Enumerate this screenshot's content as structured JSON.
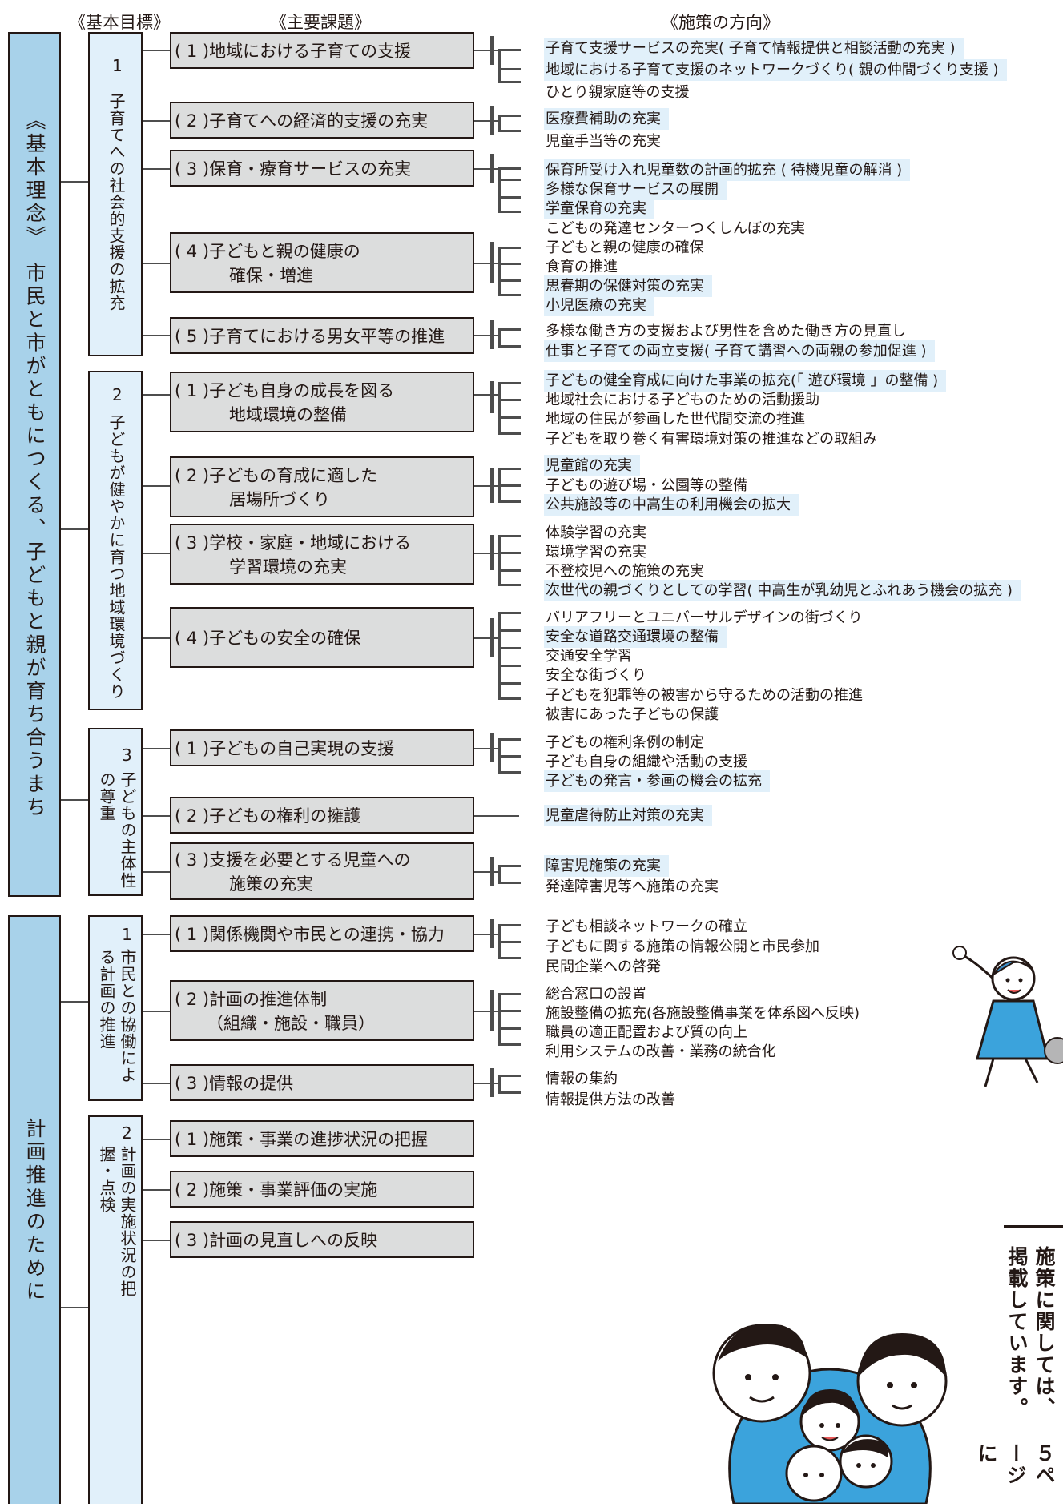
{
  "headers": {
    "goals": "《基本目標》",
    "issues": "《主要課題》",
    "directions": "《施策の方向》"
  },
  "bands": {
    "top": "《基本理念》　市民と市がともにつくる、子どもと親が育ち合うまち",
    "bottom": "計画推進のために"
  },
  "goals": [
    {
      "num": "1",
      "label": "子育てへの社会的支援の拡充"
    },
    {
      "num": "2",
      "label": "子どもが健やかに育つ地域環境づくり"
    },
    {
      "num": "3",
      "label": "子どもの主体性の尊重"
    },
    {
      "num": "1",
      "label": "市民との協働による計画の推進"
    },
    {
      "num": "2",
      "label": "計画の実施状況の把握・点検"
    }
  ],
  "tasks": [
    {
      "num": "( 1 )",
      "l1": "地域における子育ての支援",
      "l2": ""
    },
    {
      "num": "( 2 )",
      "l1": "子育てへの経済的支援の充実",
      "l2": ""
    },
    {
      "num": "( 3 )",
      "l1": "保育・療育サービスの充実",
      "l2": ""
    },
    {
      "num": "( 4 )",
      "l1": "子どもと親の健康の",
      "l2": "確保・増進"
    },
    {
      "num": "( 5 )",
      "l1": "子育てにおける男女平等の推進",
      "l2": ""
    },
    {
      "num": "( 1 )",
      "l1": "子ども自身の成長を図る",
      "l2": "地域環境の整備"
    },
    {
      "num": "( 2 )",
      "l1": "子どもの育成に適した",
      "l2": "居場所づくり"
    },
    {
      "num": "( 3 )",
      "l1": "学校・家庭・地域における",
      "l2": "学習環境の充実"
    },
    {
      "num": "( 4 )",
      "l1": "子どもの安全の確保",
      "l2": ""
    },
    {
      "num": "( 1 )",
      "l1": "子どもの自己実現の支援",
      "l2": ""
    },
    {
      "num": "( 2 )",
      "l1": "子どもの権利の擁護",
      "l2": ""
    },
    {
      "num": "( 3 )",
      "l1": "支援を必要とする児童への",
      "l2": "施策の充実"
    },
    {
      "num": "( 1 )",
      "l1": "関係機関や市民との連携・協力",
      "l2": ""
    },
    {
      "num": "( 2 )",
      "l1": "計画の推進体制",
      "l2": "（組織・施設・職員）"
    },
    {
      "num": "( 3 )",
      "l1": "情報の提供",
      "l2": ""
    },
    {
      "num": "( 1 )",
      "l1": "施策・事業の進捗状況の把握",
      "l2": ""
    },
    {
      "num": "( 2 )",
      "l1": "施策・事業評価の実施",
      "l2": ""
    },
    {
      "num": "( 3 )",
      "l1": "計画の見直しへの反映",
      "l2": ""
    }
  ],
  "policies": [
    [
      {
        "t": "子育て支援サービスの充実( 子育て情報提供と相談活動の充実 )",
        "hi": true
      },
      {
        "t": "地域における子育て支援のネットワークづくり( 親の仲間づくり支援 )",
        "hi": true
      },
      {
        "t": "ひとり親家庭等の支援",
        "hi": false
      }
    ],
    [
      {
        "t": "医療費補助の充実",
        "hi": true
      },
      {
        "t": "児童手当等の充実",
        "hi": false
      }
    ],
    [
      {
        "t": "保育所受け入れ児童数の計画的拡充 ( 待機児童の解消 )",
        "hi": true
      },
      {
        "t": "多様な保育サービスの展開",
        "hi": true
      },
      {
        "t": "学童保育の充実",
        "hi": true
      },
      {
        "t": "こどもの発達センターつくしんぼの充実",
        "hi": false
      }
    ],
    [
      {
        "t": "子どもと親の健康の確保",
        "hi": false
      },
      {
        "t": "食育の推進",
        "hi": false
      },
      {
        "t": "思春期の保健対策の充実",
        "hi": true
      },
      {
        "t": "小児医療の充実",
        "hi": true
      }
    ],
    [
      {
        "t": "多様な働き方の支援および男性を含めた働き方の見直し",
        "hi": false
      },
      {
        "t": "仕事と子育ての両立支援( 子育て講習への両親の参加促進 )",
        "hi": true
      }
    ],
    [
      {
        "t": "子どもの健全育成に向けた事業の拡充(「 遊び環境 」の整備 )",
        "hi": true
      },
      {
        "t": "地域社会における子どものための活動援助",
        "hi": false
      },
      {
        "t": "地域の住民が参画した世代間交流の推進",
        "hi": false
      },
      {
        "t": "子どもを取り巻く有害環境対策の推進などの取組み",
        "hi": false
      }
    ],
    [
      {
        "t": "児童館の充実",
        "hi": true
      },
      {
        "t": "子どもの遊び場・公園等の整備",
        "hi": false
      },
      {
        "t": "公共施設等の中高生の利用機会の拡大",
        "hi": true
      }
    ],
    [
      {
        "t": "体験学習の充実",
        "hi": false
      },
      {
        "t": "環境学習の充実",
        "hi": false
      },
      {
        "t": "不登校児への施策の充実",
        "hi": false
      },
      {
        "t": "次世代の親づくりとしての学習( 中高生が乳幼児とふれあう機会の拡充 )",
        "hi": true
      }
    ],
    [
      {
        "t": "バリアフリーとユニバーサルデザインの街づくり",
        "hi": false
      },
      {
        "t": "安全な道路交通環境の整備",
        "hi": true
      },
      {
        "t": "交通安全学習",
        "hi": false
      },
      {
        "t": "安全な街づくり",
        "hi": false
      },
      {
        "t": "子どもを犯罪等の被害から守るための活動の推進",
        "hi": false
      },
      {
        "t": "被害にあった子どもの保護",
        "hi": false
      }
    ],
    [
      {
        "t": "子どもの権利条例の制定",
        "hi": false
      },
      {
        "t": "子ども自身の組織や活動の支援",
        "hi": false
      },
      {
        "t": "子どもの発言・参画の機会の拡充",
        "hi": true
      }
    ],
    [
      {
        "t": "児童虐待防止対策の充実",
        "hi": true
      }
    ],
    [
      {
        "t": "障害児施策の充実",
        "hi": true
      },
      {
        "t": "発達障害児等へ施策の充実",
        "hi": false
      }
    ],
    [
      {
        "t": "子ども相談ネットワークの確立",
        "hi": false
      },
      {
        "t": "子どもに関する施策の情報公開と市民参加",
        "hi": false
      },
      {
        "t": "民間企業への啓発",
        "hi": false
      }
    ],
    [
      {
        "t": "総合窓口の設置",
        "hi": false
      },
      {
        "t": "施設整備の拡充(各施設整備事業を体系図へ反映)",
        "hi": false
      },
      {
        "t": "職員の適正配置および質の向上",
        "hi": false
      },
      {
        "t": "利用システムの改善・業務の統合化",
        "hi": false
      }
    ],
    [
      {
        "t": "情報の集約",
        "hi": false
      },
      {
        "t": "情報提供方法の改善",
        "hi": false
      }
    ],
    [],
    [],
    []
  ],
  "note": {
    "col1": "施策に関しては、",
    "col2": "掲載しています。",
    "col3": "５ページに"
  }
}
